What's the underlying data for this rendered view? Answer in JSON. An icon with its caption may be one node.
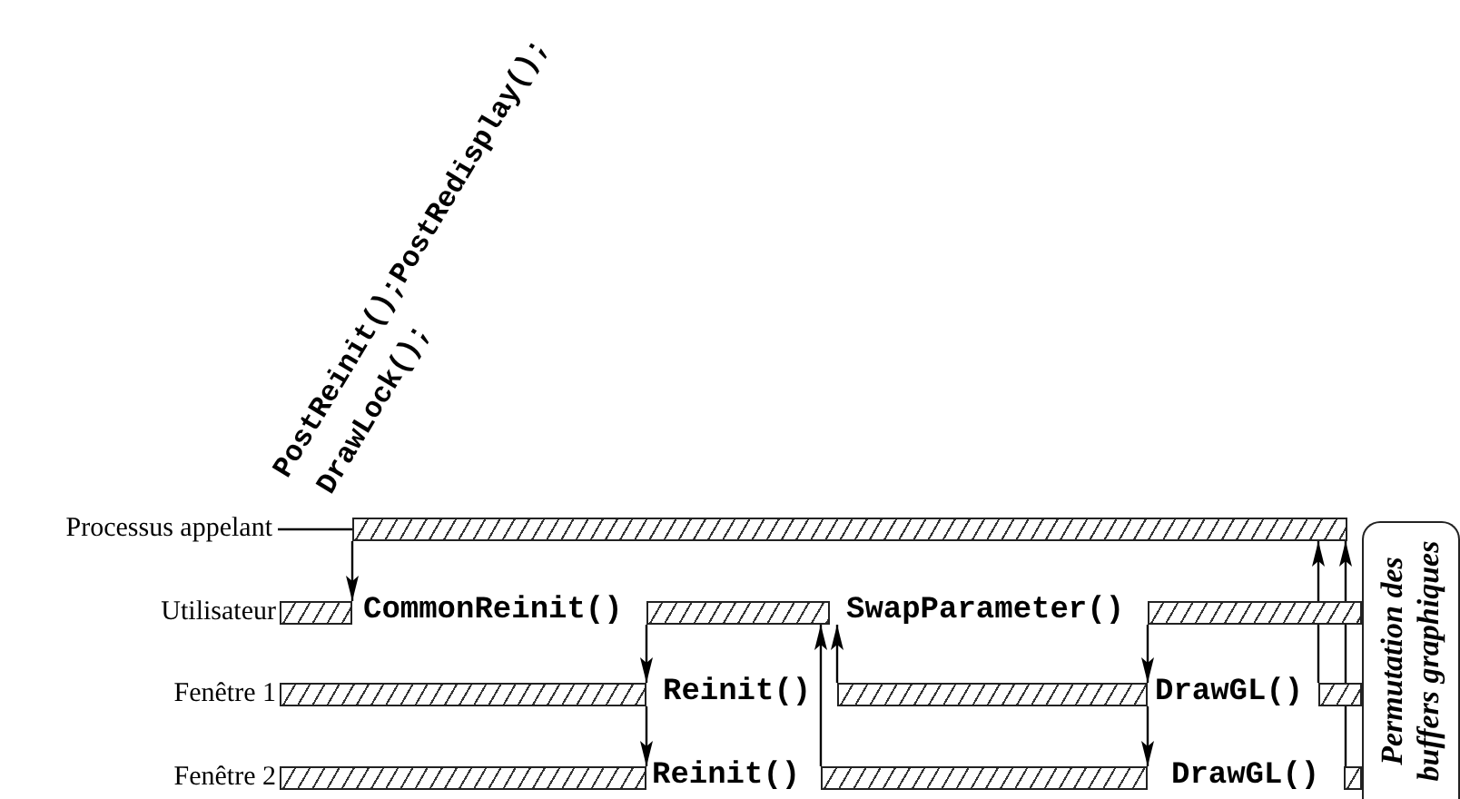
{
  "diagram": {
    "nodes": [
      {
        "text": [
          "Processus appelant"
        ]
      },
      {
        "text": [],
        "shape": "bar"
      },
      {
        "text": [
          "Utilisateur"
        ]
      },
      {
        "text": [],
        "shape": "bar"
      },
      {
        "text": [],
        "shape": "bar"
      },
      {
        "text": [],
        "shape": "bar"
      },
      {
        "text": [
          "Fenêtre 1"
        ]
      },
      {
        "text": [],
        "shape": "bar"
      },
      {
        "text": [],
        "shape": "bar"
      },
      {
        "text": [],
        "shape": "bar"
      },
      {
        "text": [
          "Fenêtre 2"
        ]
      },
      {
        "text": [],
        "shape": "bar"
      },
      {
        "text": [],
        "shape": "bar"
      },
      {
        "text": [],
        "shape": "bar"
      },
      {
        "text": [
          "Permutation des buffers graphiques"
        ]
      }
    ],
    "edges": [
      {
        "from": 0,
        "to": 1,
        "arrow": "none"
      },
      {
        "from": 1,
        "to": 3,
        "arrow": "to"
      },
      {
        "from": 4,
        "to": 7,
        "arrow": "to"
      },
      {
        "from": 7,
        "to": 11,
        "arrow": "to"
      },
      {
        "from": 12,
        "to": 4,
        "arrow": "to"
      },
      {
        "from": 8,
        "to": 4,
        "arrow": "to"
      },
      {
        "from": 5,
        "to": 8,
        "arrow": "to"
      },
      {
        "from": 8,
        "to": 12,
        "arrow": "to"
      },
      {
        "from": 9,
        "to": 1,
        "arrow": "to"
      },
      {
        "from": 13,
        "to": 1,
        "arrow": "to"
      }
    ],
    "labels": [
      "PostReinit();PostRedisplay();",
      "DrawLock();",
      "CommonReinit()",
      "SwapParameter()",
      "Reinit()",
      "DrawGL()",
      "Reinit()",
      "DrawGL()"
    ]
  }
}
